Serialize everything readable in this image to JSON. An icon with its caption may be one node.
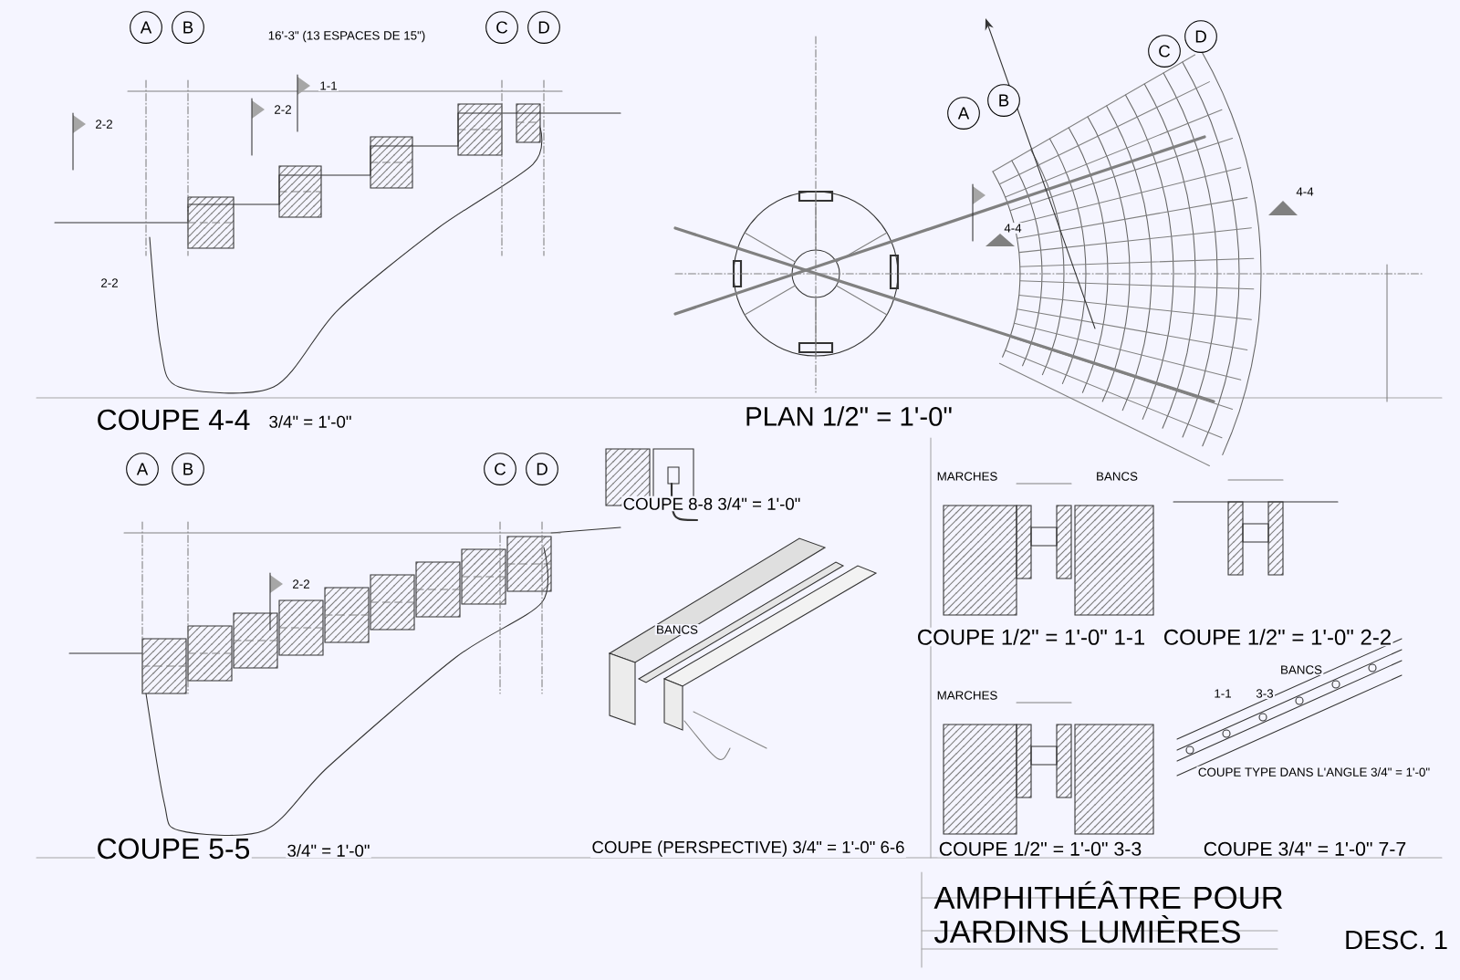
{
  "diagram": {
    "title": "AMPHITHÉÂTRE POUR JARDINS LUMIÈRES",
    "nodes": [
      {
        "text": [
          "A"
        ]
      },
      {
        "text": [
          "B"
        ]
      },
      {
        "text": [
          "C"
        ]
      },
      {
        "text": [
          "D"
        ]
      },
      {
        "text": [
          "A"
        ]
      },
      {
        "text": [
          "B"
        ]
      },
      {
        "text": [
          "C"
        ]
      },
      {
        "text": [
          "D"
        ]
      },
      {
        "text": [
          "A"
        ]
      },
      {
        "text": [
          "B"
        ]
      },
      {
        "text": [
          "C"
        ]
      },
      {
        "text": [
          "D"
        ]
      }
    ],
    "labels": [
      "16'-3\" (13 ESPACES DE 15\")",
      "2-2",
      "2-2",
      "1-1",
      "COUPE 4-4",
      "3/4\" = 1'-0\"",
      "PLAN 1/2\" = 1'-0\"",
      "4-4",
      "4-4",
      "2-2",
      "COUPE 8-8 3/4\" = 1'-0\"",
      "BANCS",
      "COUPE (PERSPECTIVE) 3/4\" = 1'-0\" 6-6",
      "2-2",
      "COUPE 5-5",
      "3/4\" = 1'-0\"",
      "MARCHES",
      "BANCS",
      "COUPE 1/2\" = 1'-0\" 1-1",
      "COUPE 1/2\" = 1'-0\" 2-2",
      "MARCHES",
      "1-1",
      "3-3",
      "BANCS",
      "COUPE TYPE DANS L'ANGLE 3/4\" = 1'-0\"",
      "COUPE 1/2\" = 1'-0\" 3-3",
      "COUPE 3/4\" = 1'-0\" 7-7",
      "DESC. 1"
    ]
  }
}
